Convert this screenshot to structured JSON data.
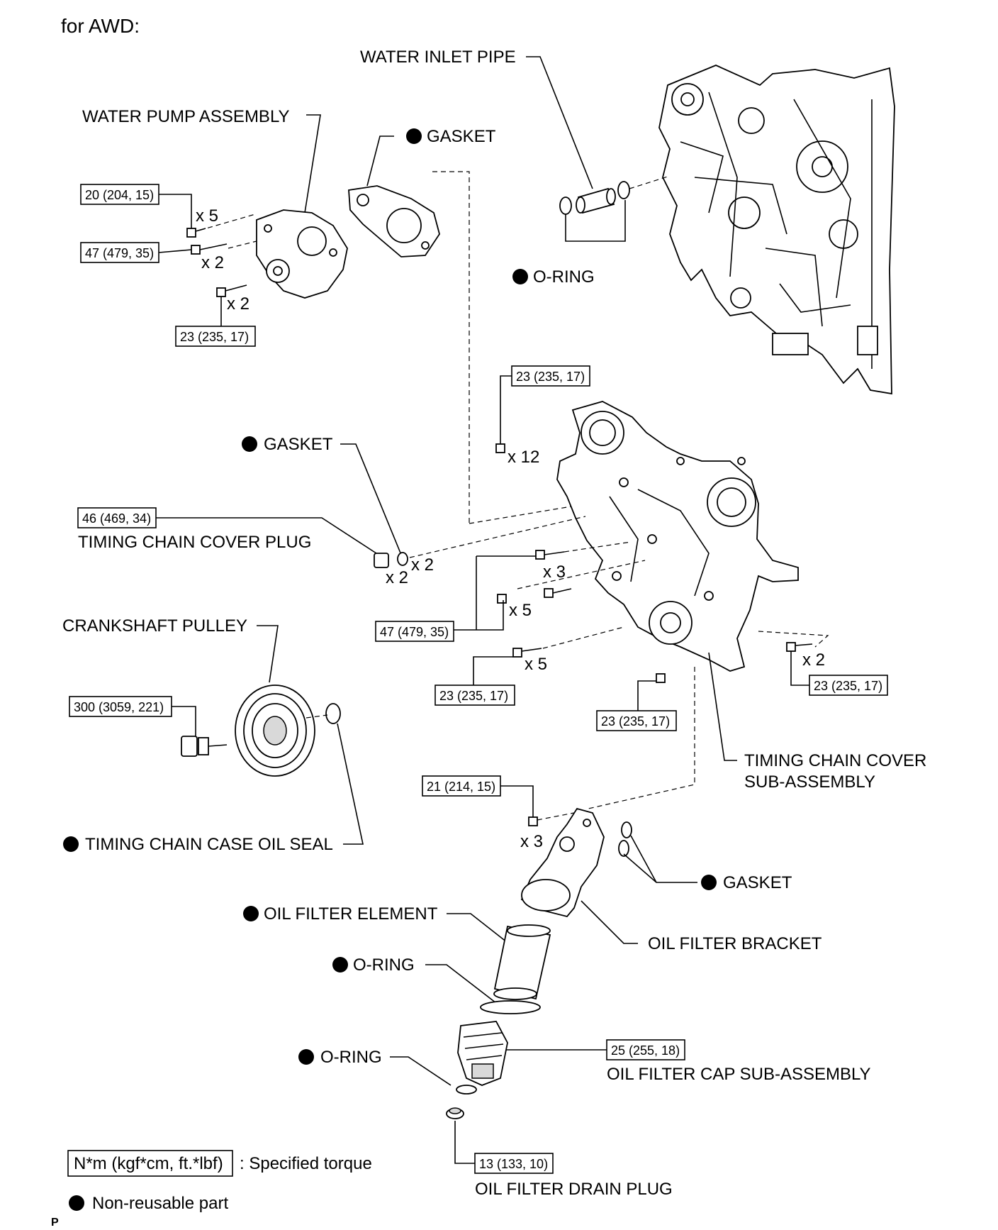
{
  "header": {
    "title": "for AWD:"
  },
  "labels": {
    "water_inlet_pipe": "WATER INLET PIPE",
    "water_pump_assembly": "WATER PUMP ASSEMBLY",
    "gasket_top": "GASKET",
    "o_ring_top": "O-RING",
    "gasket_plug": "GASKET",
    "timing_chain_cover_plug": "TIMING CHAIN COVER PLUG",
    "crankshaft_pulley": "CRANKSHAFT PULLEY",
    "timing_chain_cover_line1": "TIMING CHAIN COVER",
    "timing_chain_cover_line2": "SUB-ASSEMBLY",
    "timing_chain_case_oil_seal": "TIMING CHAIN CASE OIL SEAL",
    "gasket_bracket": "GASKET",
    "oil_filter_element": "OIL FILTER ELEMENT",
    "oil_filter_bracket": "OIL FILTER BRACKET",
    "o_ring_element": "O-RING",
    "o_ring_cap": "O-RING",
    "oil_filter_cap": "OIL FILTER CAP SUB-ASSEMBLY",
    "oil_filter_drain_plug": "OIL FILTER DRAIN PLUG"
  },
  "torques": {
    "wp_20": "20 (204, 15)",
    "wp_47": "47 (479, 35)",
    "wp_23": "23 (235, 17)",
    "cover_top_23": "23 (235, 17)",
    "plug_46": "46 (469, 34)",
    "cover_47": "47 (479, 35)",
    "cover_23_a": "23 (235, 17)",
    "cover_23_b": "23 (235, 17)",
    "cover_23_c": "23 (235, 17)",
    "pulley_300": "300 (3059, 221)",
    "bracket_21": "21 (214, 15)",
    "cap_25": "25 (255, 18)",
    "drain_13": "13 (133, 10)"
  },
  "quantities": {
    "wp_x5": "x 5",
    "wp_x2_a": "x 2",
    "wp_x2_b": "x 2",
    "cover_x12": "x 12",
    "plug_x2_a": "x 2",
    "plug_x2_b": "x 2",
    "cover_x3": "x 3",
    "cover_x5_a": "x 5",
    "cover_x5_b": "x 5",
    "cover_x2": "x 2",
    "bracket_x3": "x 3"
  },
  "legend": {
    "torque_box": "N*m (kgf*cm, ft.*lbf)",
    "torque_desc": ": Specified torque",
    "non_reusable": "Non-reusable part"
  },
  "footer": {
    "code": "P"
  }
}
